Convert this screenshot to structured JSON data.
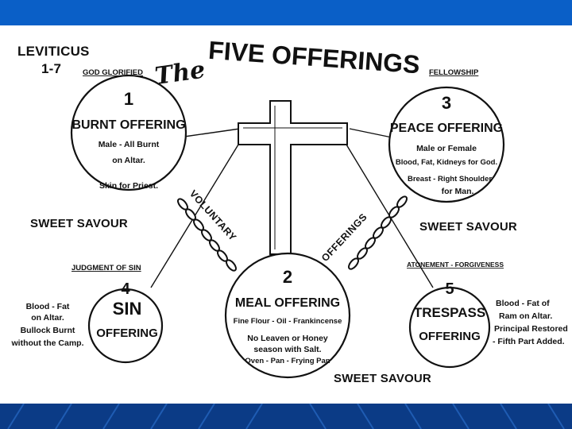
{
  "slide": {
    "title_prefix": "The",
    "title_main": "FIVE OFFERINGS",
    "reference_book": "LEVITICUS",
    "reference_chapters": "1-7",
    "band_left": "VOLUNTARY",
    "band_right": "OFFERINGS",
    "offerings": [
      {
        "number": "1",
        "name": "BURNT OFFERING",
        "category": "GOD GLORIFIED",
        "aroma": "SWEET SAVOUR",
        "lines": [
          "Male - All Burnt",
          "on Altar.",
          "Skin for Priest."
        ]
      },
      {
        "number": "2",
        "name": "MEAL OFFERING",
        "category": "",
        "aroma": "SWEET SAVOUR",
        "lines": [
          "Fine Flour - Oil - Frankincense",
          "No Leaven or Honey",
          "season with Salt.",
          "Oven - Pan - Frying Pan"
        ]
      },
      {
        "number": "3",
        "name": "PEACE OFFERING",
        "category": "FELLOWSHIP",
        "aroma": "SWEET SAVOUR",
        "lines": [
          "Male or Female",
          "Blood, Fat, Kidneys for God.",
          "Breast - Right Shoulder",
          "for Man."
        ]
      },
      {
        "number": "4",
        "name_line1": "SIN",
        "name_line2": "OFFERING",
        "category": "JUDGMENT OF SIN",
        "notes": [
          "Blood - Fat",
          "on Altar.",
          "Bullock Burnt",
          "without the Camp."
        ]
      },
      {
        "number": "5",
        "name_line1": "TRESPASS",
        "name_line2": "OFFERING",
        "category": "ATONEMENT - FORGIVENESS",
        "notes": [
          "Blood - Fat of",
          "Ram on Altar.",
          "Principal Restored",
          "- Fifth Part Added."
        ]
      }
    ]
  },
  "colors": {
    "top_bar": "#0a5fc7",
    "bottom_bar": "#0b3b86",
    "ink": "#111111",
    "paper": "#ffffff"
  }
}
